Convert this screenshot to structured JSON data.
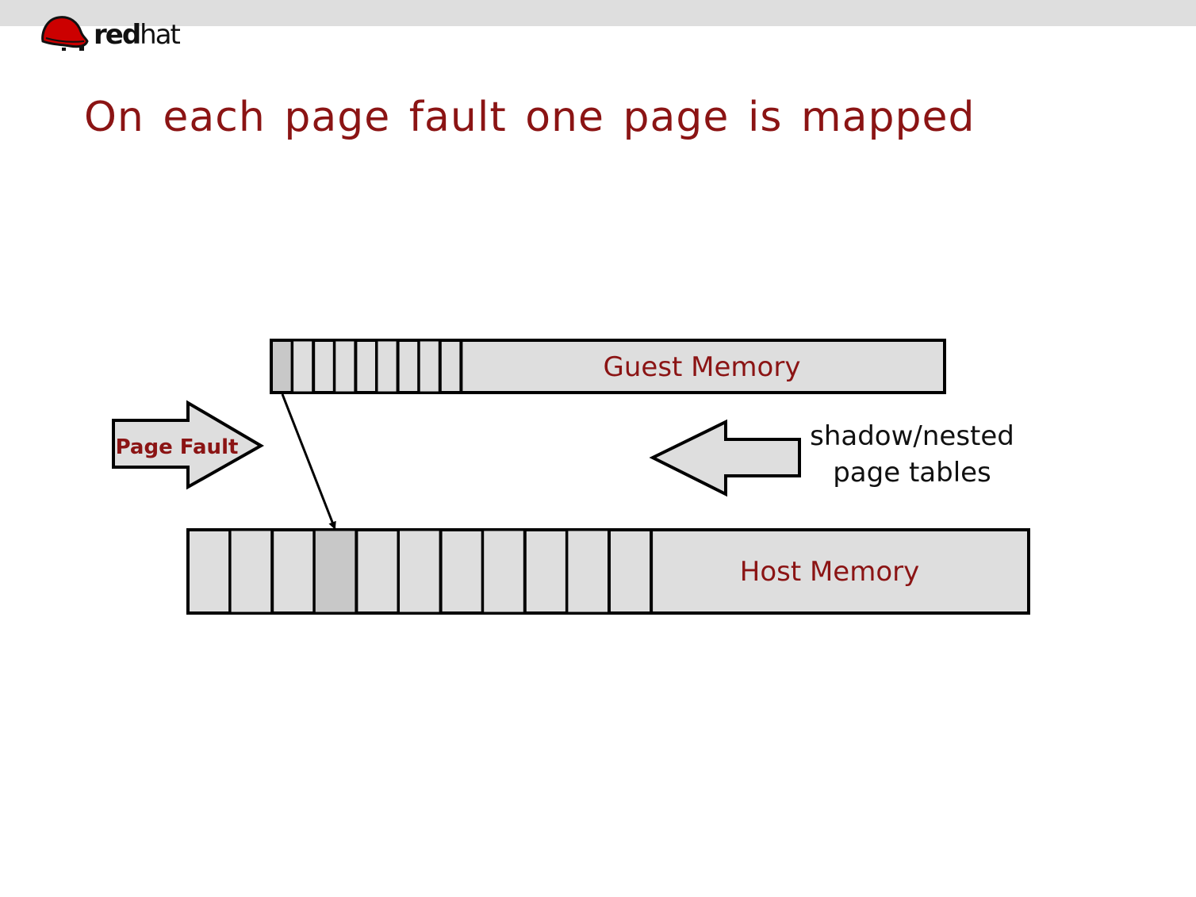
{
  "slide": {
    "brand": {
      "bold": "red",
      "regular": "hat"
    },
    "title": "On each page fault one page is mapped"
  },
  "diagram": {
    "guest_memory": {
      "label": "Guest Memory",
      "page_count": 9,
      "faulted_page_index": 0
    },
    "host_memory": {
      "label": "Host Memory",
      "page_count": 11,
      "mapped_page_index": 3
    },
    "page_fault_arrow": {
      "label": "Page Fault",
      "direction": "right"
    },
    "translation_arrow": {
      "label_lines": [
        "shadow/nested",
        "page tables"
      ],
      "direction": "left"
    },
    "mapping_arrow": {
      "from": "guest page 0",
      "to": "host page 3"
    },
    "colors": {
      "accent_red": "#8b1414",
      "box_fill": "#dedede",
      "highlight_fill": "#c8c8c8",
      "stroke": "#000000"
    }
  }
}
